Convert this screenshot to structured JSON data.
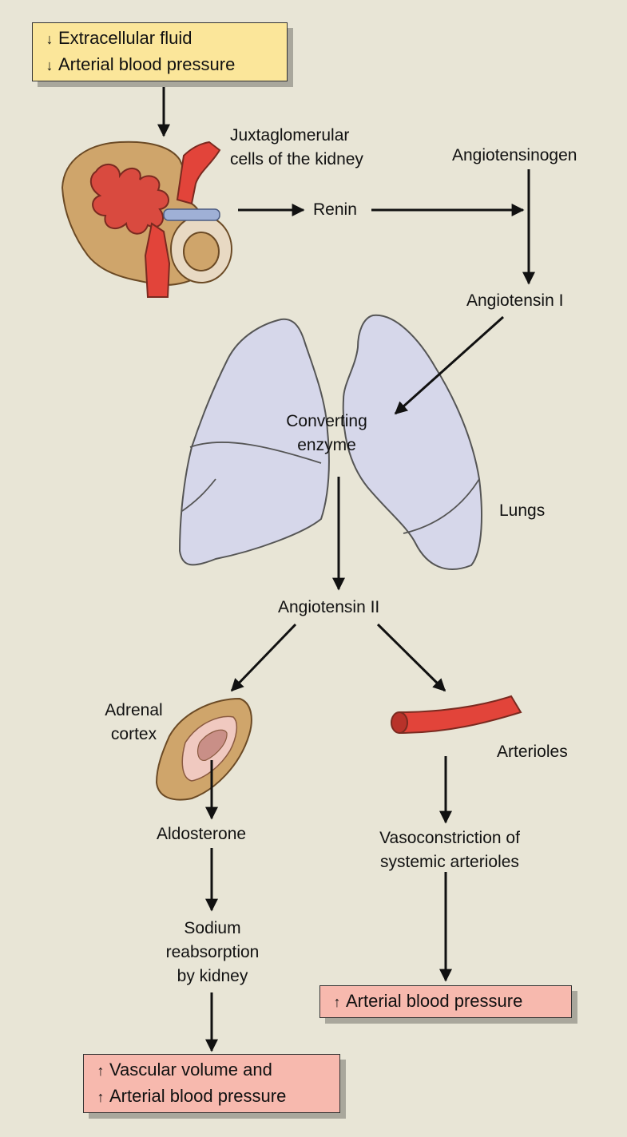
{
  "top_box": {
    "line1": "Extracellular fluid",
    "line2": "Arterial blood pressure",
    "arrow": "↓"
  },
  "labels": {
    "jg_cells_line1": "Juxtaglomerular",
    "jg_cells_line2": "cells of the kidney",
    "angiotensinogen": "Angiotensinogen",
    "renin": "Renin",
    "angiotensin_i": "Angiotensin I",
    "converting_line1": "Converting",
    "converting_line2": "enzyme",
    "lungs": "Lungs",
    "angiotensin_ii": "Angiotensin II",
    "adrenal_line1": "Adrenal",
    "adrenal_line2": "cortex",
    "arterioles": "Arterioles",
    "aldosterone": "Aldosterone",
    "vaso_line1": "Vasoconstriction of",
    "vaso_line2": "systemic arterioles",
    "sodium_line1": "Sodium",
    "sodium_line2": "reabsorption",
    "sodium_line3": "by kidney"
  },
  "right_box": {
    "arrow": "↑",
    "text": "Arterial blood pressure"
  },
  "bottom_box": {
    "arrow": "↑",
    "line1": "Vascular volume and",
    "line2": "Arterial blood pressure"
  },
  "colors": {
    "background": "#e8e5d6",
    "yellow_box": "#fbe69a",
    "pink_box": "#f7b9ae",
    "lung_fill": "#d6d7ea",
    "vessel_red": "#e2443a",
    "kidney_tan": "#cfa56b"
  }
}
